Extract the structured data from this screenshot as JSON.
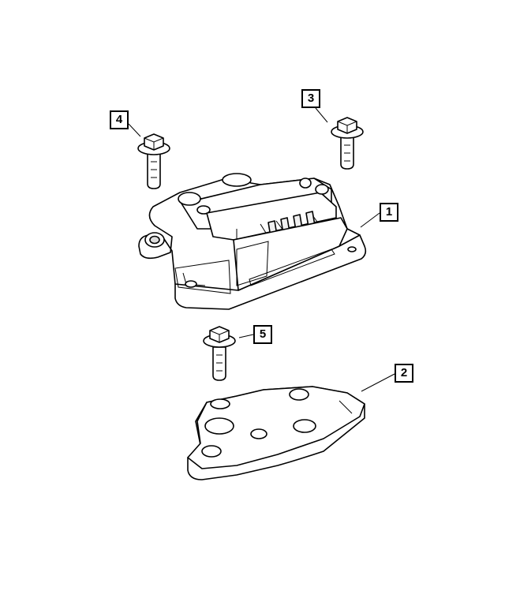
{
  "callouts": [
    {
      "id": "1",
      "label": "1"
    },
    {
      "id": "2",
      "label": "2"
    },
    {
      "id": "3",
      "label": "3"
    },
    {
      "id": "4",
      "label": "4"
    },
    {
      "id": "5",
      "label": "5"
    }
  ],
  "colors": {
    "line": "#000000",
    "fill": "#ffffff",
    "shade": "#e6e6e6"
  }
}
